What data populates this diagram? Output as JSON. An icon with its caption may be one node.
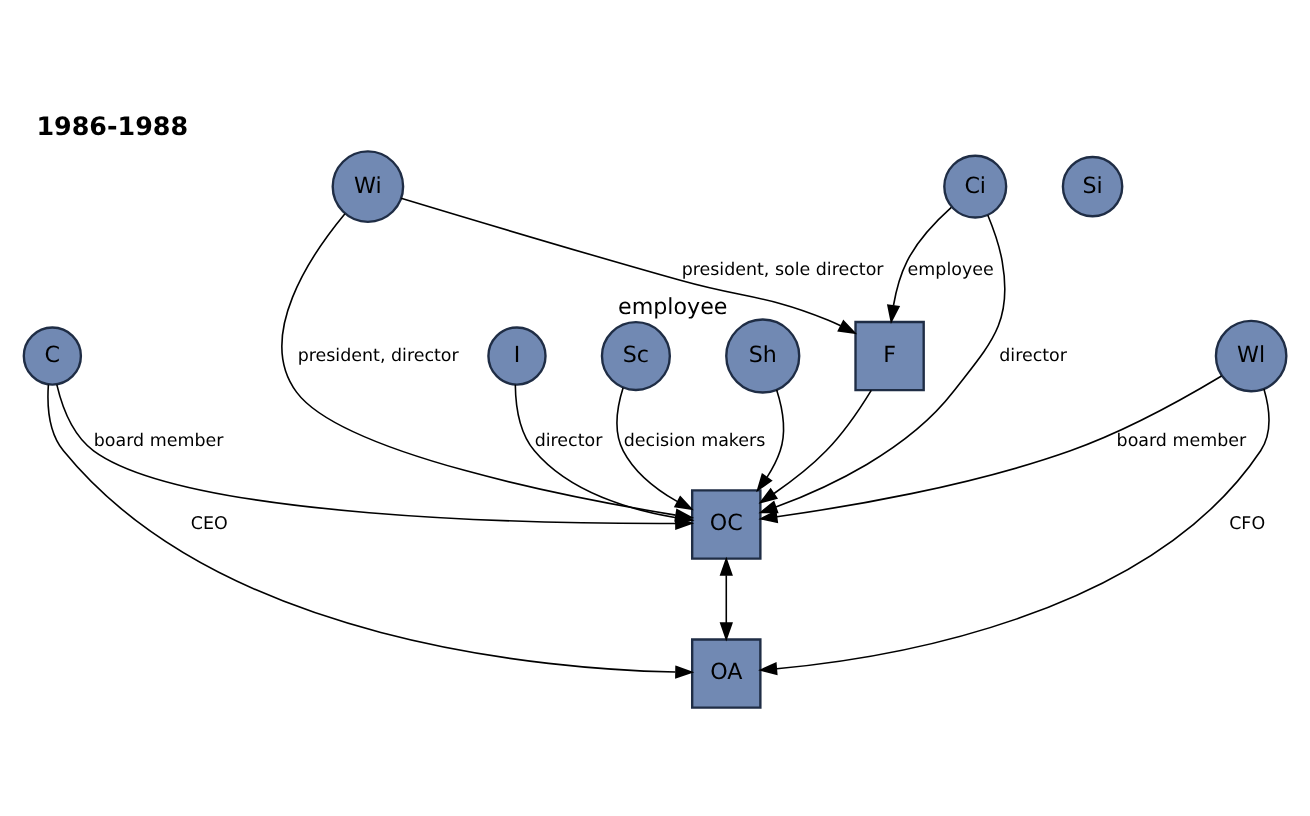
{
  "diagram": {
    "title": "1986-1988",
    "nodes": [
      {
        "text": [
          "F"
        ]
      },
      {
        "text": [
          "Wi"
        ]
      },
      {
        "text": [
          "Ci"
        ]
      },
      {
        "text": [
          "OC"
        ]
      },
      {
        "text": [
          "OA"
        ]
      },
      {
        "text": [
          "I"
        ]
      },
      {
        "text": [
          "C"
        ]
      },
      {
        "text": [
          "Si"
        ]
      },
      {
        "text": [
          "Sc"
        ]
      },
      {
        "text": [
          "Sh"
        ],
        "beside": [
          "employee"
        ]
      },
      {
        "text": [
          "Wl"
        ]
      }
    ],
    "edges": [
      {
        "from": 1,
        "to": 0,
        "arrow": "to",
        "label": "president, sole director"
      },
      {
        "from": 2,
        "to": 0,
        "arrow": "to",
        "label": "employee"
      },
      {
        "from": 0,
        "to": 3,
        "arrow": "to"
      },
      {
        "from": 1,
        "to": 3,
        "arrow": "to",
        "label": "president, director"
      },
      {
        "from": 2,
        "to": 3,
        "arrow": "to",
        "label": "director"
      },
      {
        "from": 3,
        "to": 4,
        "arrow": "both"
      },
      {
        "from": 5,
        "to": 3,
        "arrow": "to",
        "label": "director"
      },
      {
        "from": 8,
        "to": 3,
        "arrow": "to",
        "label": "decision makers"
      },
      {
        "from": 9,
        "to": 3,
        "arrow": "to"
      },
      {
        "from": 6,
        "to": 3,
        "arrow": "to",
        "label": "board member"
      },
      {
        "from": 6,
        "to": 4,
        "arrow": "to",
        "label": "CEO"
      },
      {
        "from": 10,
        "to": 3,
        "arrow": "to",
        "label": "board member"
      },
      {
        "from": 10,
        "to": 4,
        "arrow": "to",
        "label": "CFO"
      }
    ]
  }
}
